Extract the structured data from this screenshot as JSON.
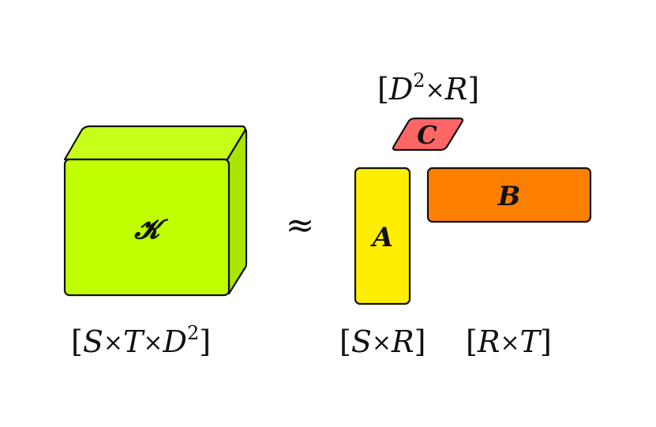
{
  "tensor": {
    "label": "𝓚",
    "dims": {
      "S": "S",
      "x1": "×",
      "T": "T",
      "x2": "×",
      "D": "D",
      "exp": "2"
    },
    "colors": {
      "front": "#bfff00",
      "side": "#a8e600",
      "top": "#c8ff1a"
    }
  },
  "approx_symbol": "≈",
  "factors": {
    "A": {
      "label": "A",
      "color": "#ffee00",
      "dims": {
        "left": "S",
        "times": "×",
        "right": "R"
      }
    },
    "B": {
      "label": "B",
      "color": "#ff8000",
      "dims": {
        "left": "R",
        "times": "×",
        "right": "T"
      }
    },
    "C": {
      "label": "C",
      "color": "#ff6666",
      "dims": {
        "D": "D",
        "exp": "2",
        "times": "×",
        "right": "R"
      }
    }
  },
  "brackets": {
    "open": "[",
    "close": "]"
  }
}
